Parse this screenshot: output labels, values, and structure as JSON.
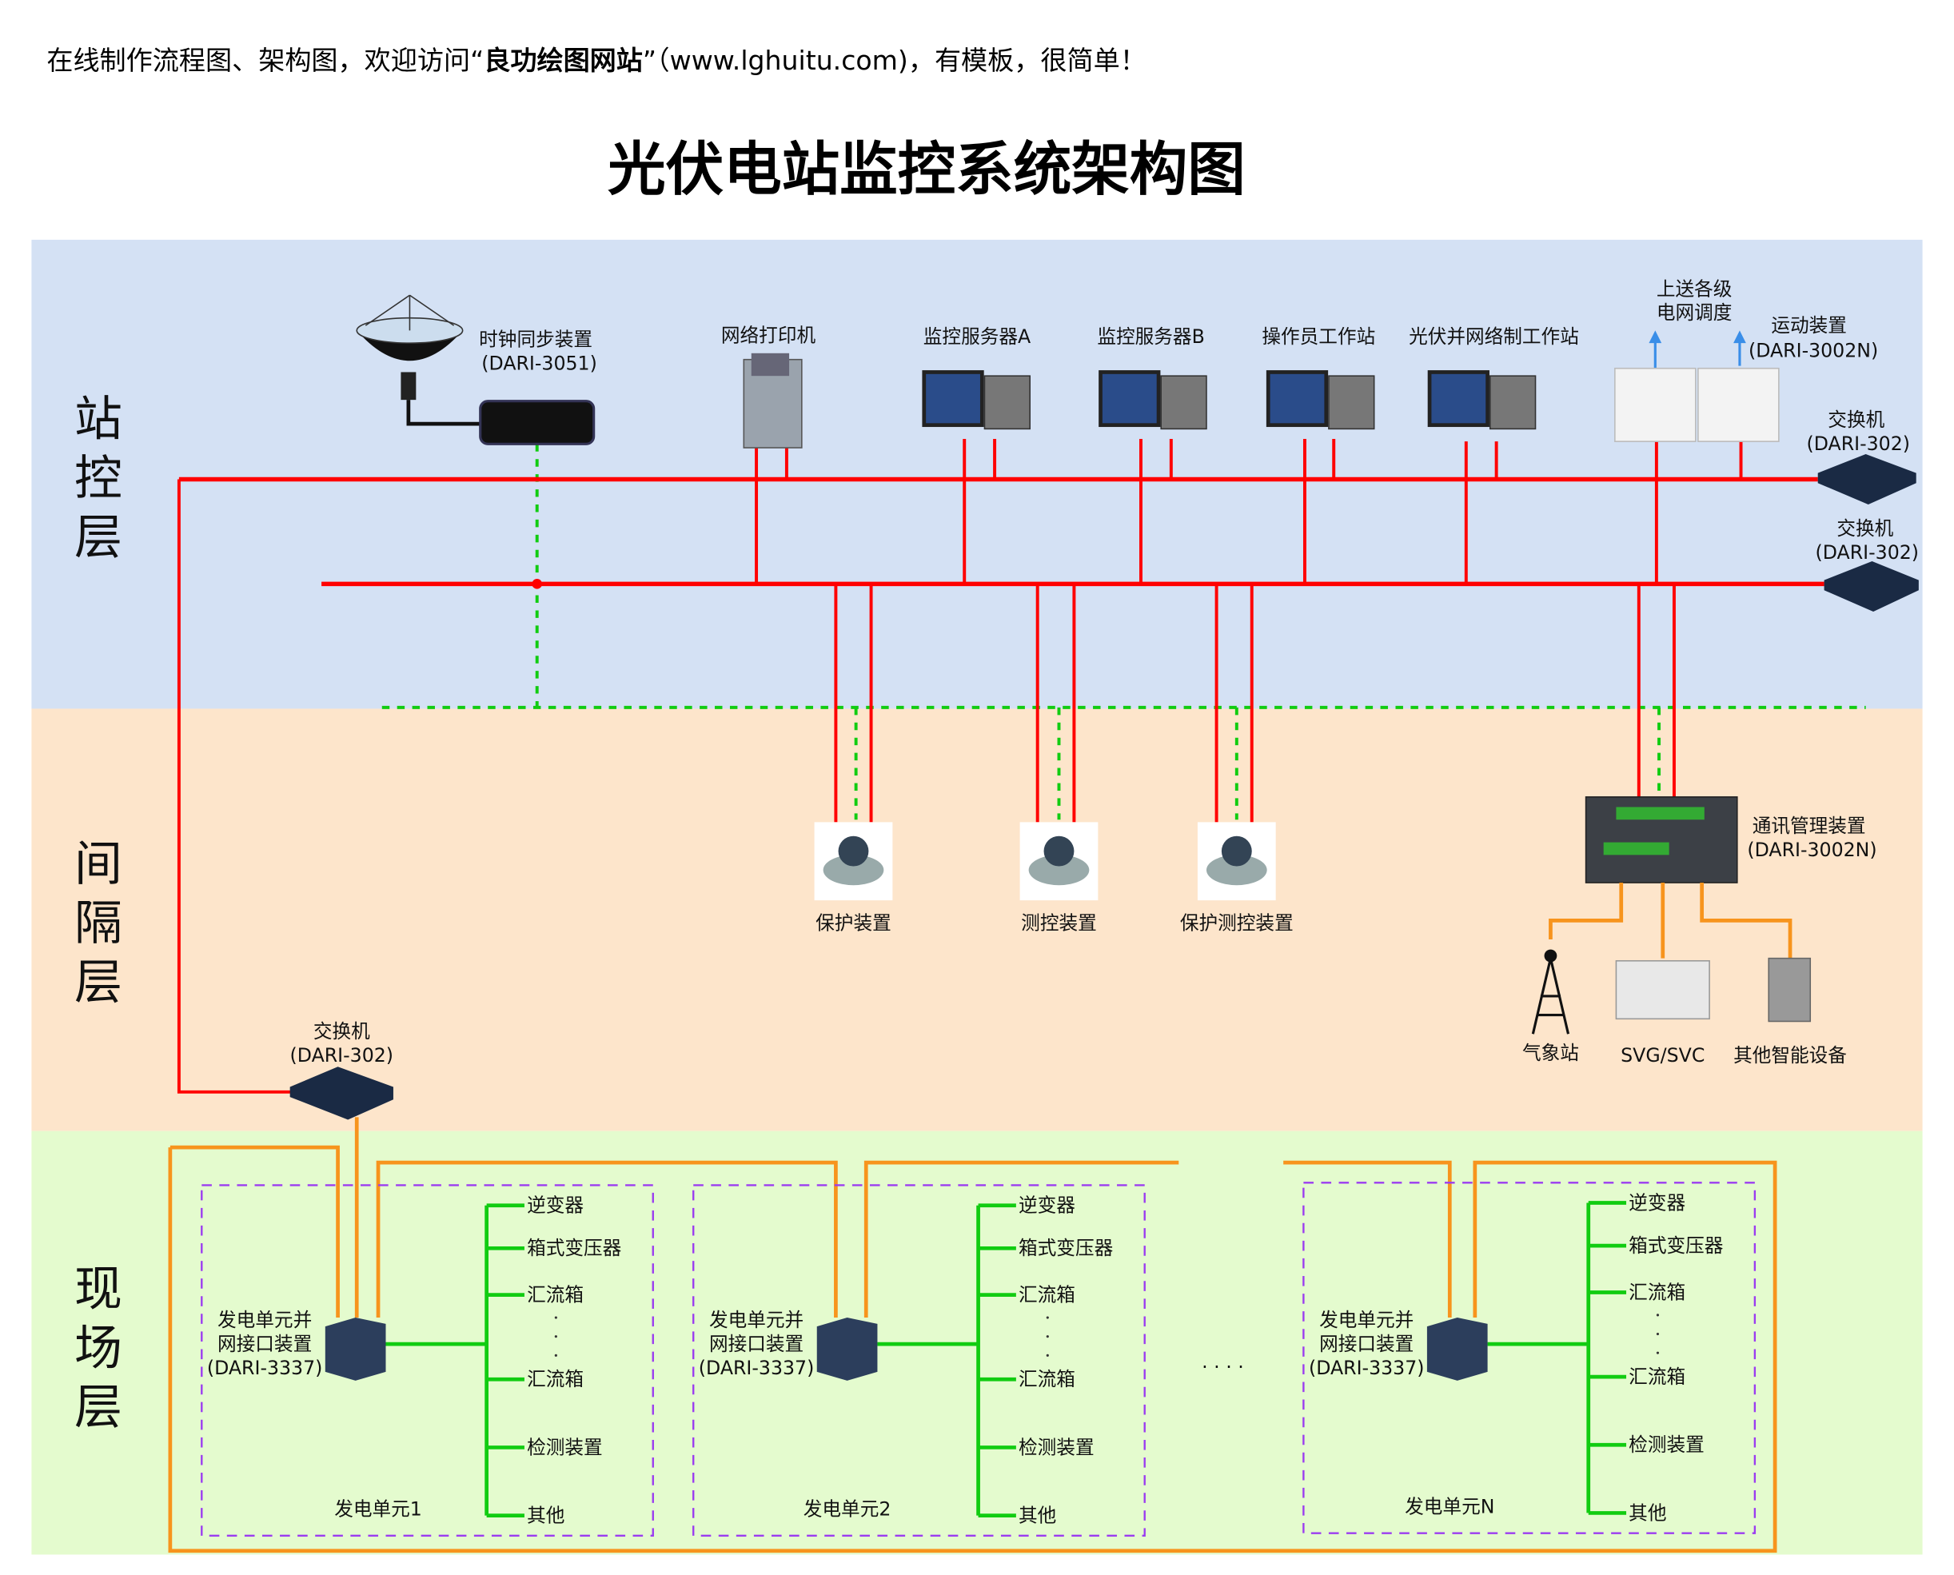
{
  "header": {
    "promo_prefix": "在线制作流程图、架构图，欢迎访问“",
    "promo_site": "良功绘图网站",
    "promo_suffix": "”（www.lghuitu.com)，有模板，很简单！"
  },
  "title": "光伏电站监控系统架构图",
  "layers": {
    "station": [
      "站",
      "控",
      "层"
    ],
    "bay": [
      "间",
      "隔",
      "层"
    ],
    "field": [
      "现",
      "场",
      "层"
    ]
  },
  "colors": {
    "station_bg": "#d4e1f4",
    "bay_bg": "#fde5cb",
    "field_bg": "#e4fbce",
    "bus": "#ff0000",
    "sync": "#1ecc1e",
    "field_link": "#f7941d",
    "unit_box": "#9b3cf0"
  },
  "station": {
    "clock": {
      "name": "时钟同步装置",
      "model": "(DARI-3051)"
    },
    "printer": "网络打印机",
    "serverA": "监控服务器A",
    "serverB": "监控服务器B",
    "operator": "操作员工作站",
    "pv_station": "光伏并网络制工作站",
    "dispatch": [
      "上送各级",
      "电网调度"
    ],
    "telecontrol": {
      "name": "运动装置",
      "model": "(DARI-3002N)"
    },
    "switch1": {
      "name": "交换机",
      "model": "(DARI-302)"
    },
    "switch2": {
      "name": "交换机",
      "model": "(DARI-302)"
    }
  },
  "bay": {
    "devices": [
      "保护装置",
      "测控装置",
      "保护测控装置"
    ],
    "comm": {
      "name": "通讯管理装置",
      "model": "(DARI-3002N)"
    },
    "peripherals": [
      "气象站",
      "SVG/SVC",
      "其他智能设备"
    ],
    "switch": {
      "name": "交换机",
      "model": "(DARI-302)"
    }
  },
  "field": {
    "units": [
      {
        "device": [
          "发电单元并",
          "网接口装置",
          "(DARI-3337)"
        ],
        "name": "发电单元1"
      },
      {
        "device": [
          "发电单元并",
          "网接口装置",
          "(DARI-3337)"
        ],
        "name": "发电单元2"
      },
      {
        "device": [
          "发电单元并",
          "网接口装置",
          "(DARI-3337)"
        ],
        "name": "发电单元N"
      }
    ],
    "items": [
      "逆变器",
      "箱式变压器",
      "汇流箱",
      "汇流箱",
      "检测装置",
      "其他"
    ],
    "ellipsis": ". . . ."
  }
}
